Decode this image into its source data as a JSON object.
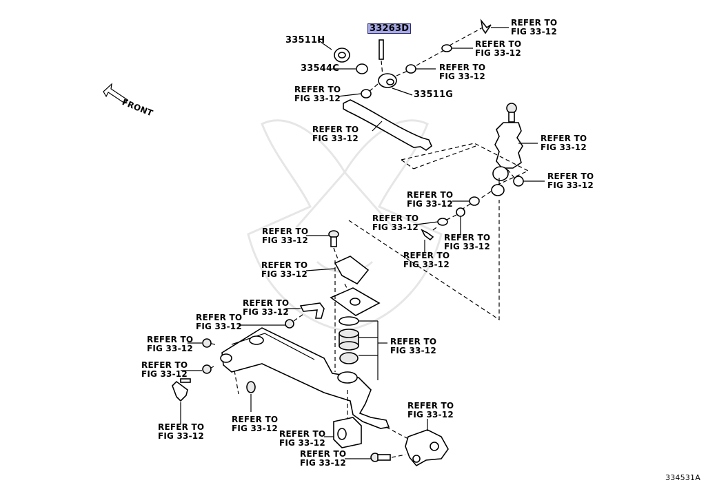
{
  "parts": {
    "p33511h": "33511H",
    "p33263d": "33263D",
    "p33544c": "33544C",
    "p33511g": "33511G"
  },
  "front": "FRONT",
  "refer": {
    "line1": "REFER TO",
    "line2": "FIG 33-12"
  },
  "illustration_code": "334531A"
}
